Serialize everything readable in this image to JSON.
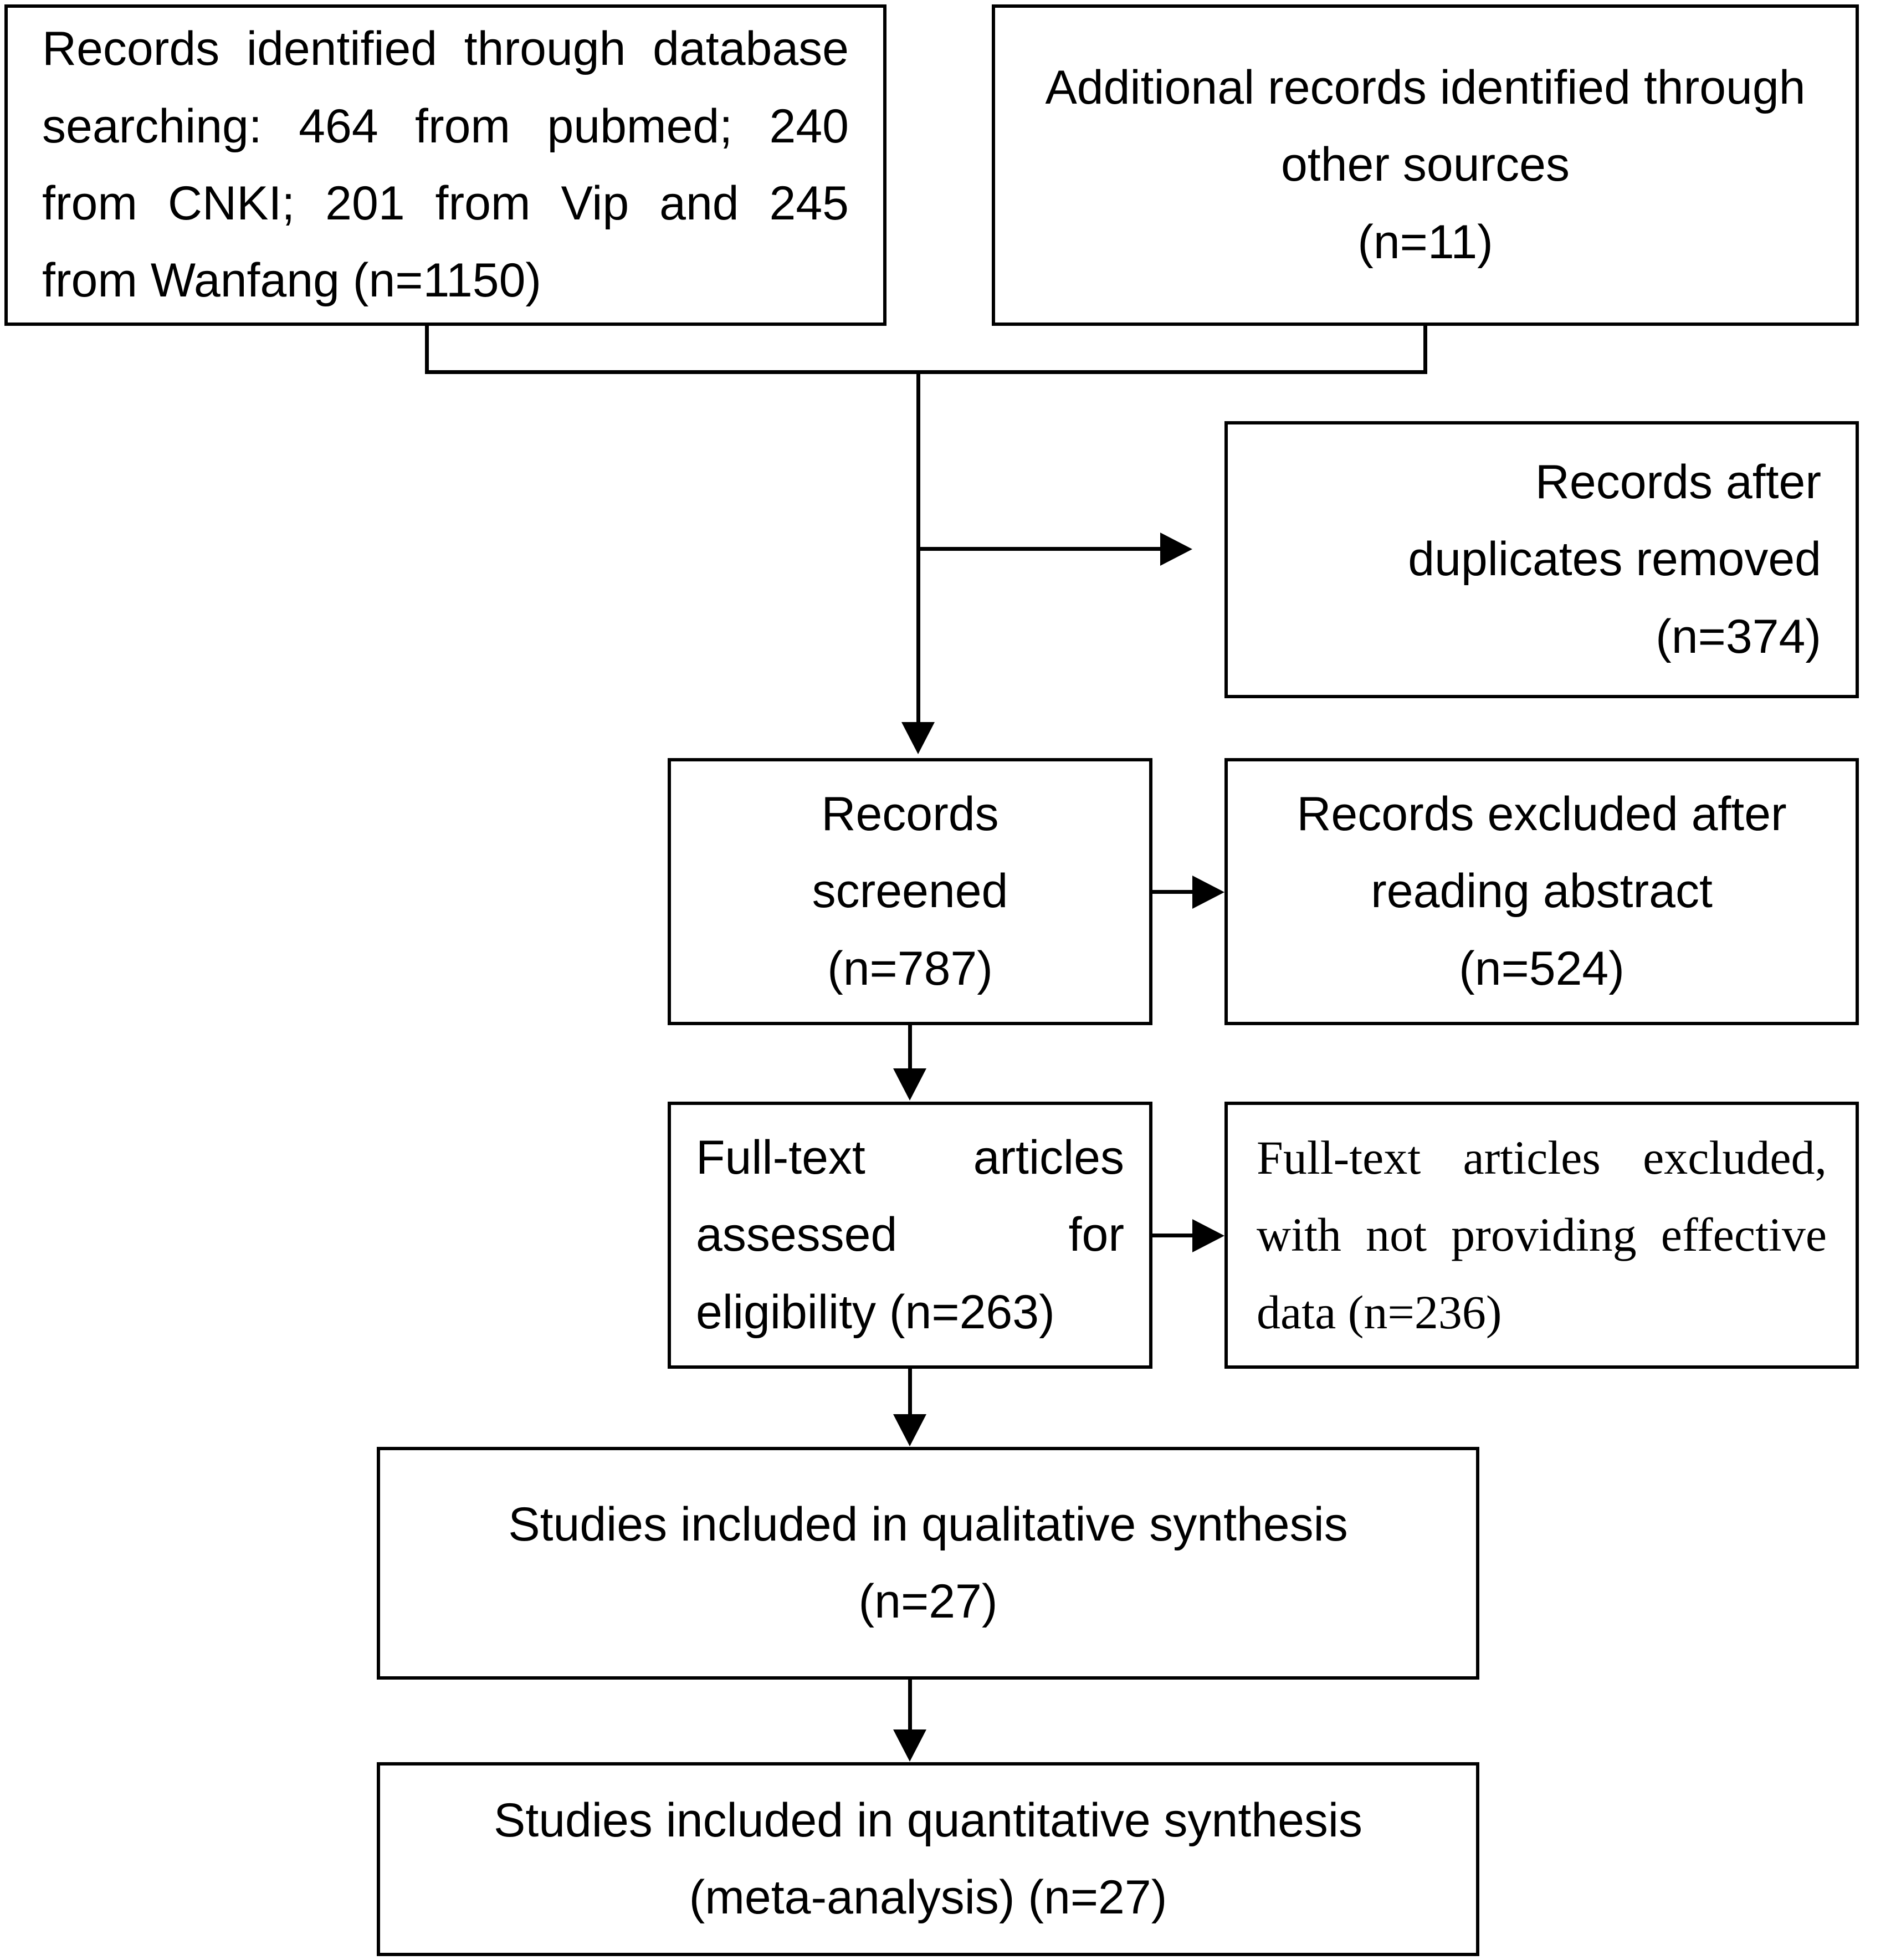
{
  "diagram": {
    "title": "PRISMA study selection flow diagram",
    "accent_color": "#000000",
    "background_color": "#ffffff"
  },
  "nodes": {
    "identification_database": {
      "name": "records-identified-database",
      "text": "Records identified through database searching: 464 from pubmed; 240 from CNKI; 201 from Vip and 245 from Wanfang (n=1150)",
      "count_label": "(n=1150)",
      "count": 1150,
      "sources": [
        {
          "database": "pubmed",
          "count": 464
        },
        {
          "database": "CNKI",
          "count": 240
        },
        {
          "database": "Vip",
          "count": 201
        },
        {
          "database": "Wanfang",
          "count": 245
        }
      ],
      "align": "justify"
    },
    "identification_other": {
      "name": "additional-records-other-sources",
      "text": "Additional records identified through other sources\n(n=11)",
      "count_label": "(n=11)",
      "count": 11,
      "align": "center"
    },
    "duplicates_removed": {
      "name": "records-after-duplicates-removed",
      "text": "Records after\nduplicates removed\n(n=374)",
      "count_label": "(n=374)",
      "count": 374,
      "align": "right"
    },
    "records_screened": {
      "name": "records-screened",
      "text": "Records\nscreened\n(n=787)",
      "count_label": "(n=787)",
      "count": 787,
      "align": "center"
    },
    "records_excluded": {
      "name": "records-excluded-after-abstract",
      "text": "Records excluded after\nreading abstract\n(n=524)",
      "count_label": "(n=524)",
      "count": 524,
      "align": "center"
    },
    "fulltext_assessed": {
      "name": "fulltext-articles-assessed",
      "text": "Full-text articles assessed for eligibility (n=263)",
      "count_label": "(n=263)",
      "count": 263,
      "align": "justify"
    },
    "fulltext_excluded": {
      "name": "fulltext-articles-excluded",
      "text": "Full-text articles excluded, with not providing effective data (n=236)",
      "count_label": "(n=236)",
      "count": 236,
      "align": "justify"
    },
    "qualitative_synthesis": {
      "name": "studies-included-qualitative",
      "text": "Studies included in qualitative synthesis\n(n=27)",
      "count_label": "(n=27)",
      "count": 27,
      "align": "center"
    },
    "quantitative_synthesis": {
      "name": "studies-included-quantitative",
      "text": "Studies included in quantitative synthesis\n(meta-analysis) (n=27)",
      "count_label": "(n=27)",
      "count": 27,
      "align": "center"
    }
  },
  "chart_data": {
    "type": "diagram",
    "title": "PRISMA flow of study selection",
    "stages": [
      {
        "stage": "Identification - database searching",
        "n": 1150
      },
      {
        "stage": "Identification - other sources",
        "n": 11
      },
      {
        "stage": "Records after duplicates removed",
        "n": 374
      },
      {
        "stage": "Records screened",
        "n": 787
      },
      {
        "stage": "Records excluded after reading abstract",
        "n": 524
      },
      {
        "stage": "Full-text articles assessed for eligibility",
        "n": 263
      },
      {
        "stage": "Full-text articles excluded, not providing effective data",
        "n": 236
      },
      {
        "stage": "Studies included in qualitative synthesis",
        "n": 27
      },
      {
        "stage": "Studies included in quantitative synthesis (meta-analysis)",
        "n": 27
      }
    ]
  }
}
